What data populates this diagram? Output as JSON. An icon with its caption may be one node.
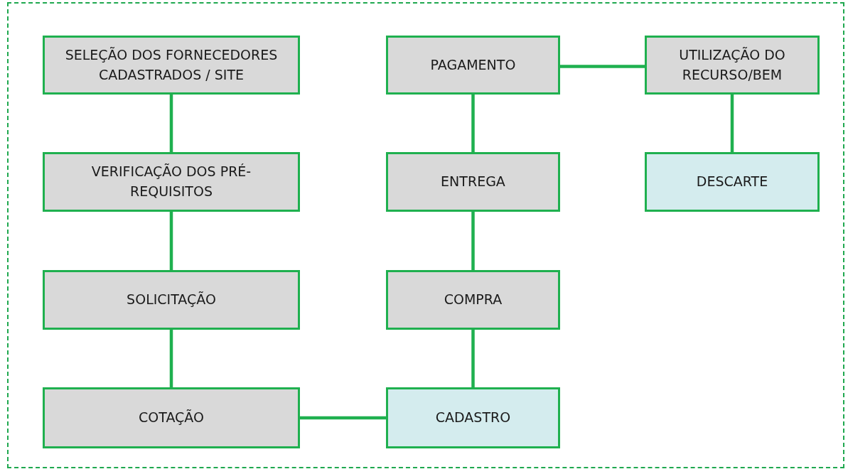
{
  "diagram": {
    "nodes": [
      {
        "text": [
          "SELEÇÃO DOS FORNECEDORES CADASTRADOS / SITE"
        ]
      },
      {
        "text": [
          "PAGAMENTO"
        ]
      },
      {
        "text": [
          "UTILIZAÇÃO DO RECURSO/BEM"
        ]
      },
      {
        "text": [
          "VERIFICAÇÃO DOS PRÉ-REQUISITOS"
        ]
      },
      {
        "text": [
          "ENTREGA"
        ]
      },
      {
        "text": [
          "DESCARTE"
        ]
      },
      {
        "text": [
          "SOLICITAÇÃO"
        ]
      },
      {
        "text": [
          "COMPRA"
        ]
      },
      {
        "text": [
          "COTAÇÃO"
        ]
      },
      {
        "text": [
          "CADASTRO"
        ]
      }
    ],
    "edges": [
      {
        "from": 0,
        "to": 3,
        "arrow": "none"
      },
      {
        "from": 3,
        "to": 6,
        "arrow": "none"
      },
      {
        "from": 6,
        "to": 8,
        "arrow": "none"
      },
      {
        "from": 8,
        "to": 9,
        "arrow": "none"
      },
      {
        "from": 9,
        "to": 7,
        "arrow": "none"
      },
      {
        "from": 7,
        "to": 4,
        "arrow": "none"
      },
      {
        "from": 4,
        "to": 1,
        "arrow": "none"
      },
      {
        "from": 1,
        "to": 2,
        "arrow": "none"
      },
      {
        "from": 2,
        "to": 5,
        "arrow": "none"
      }
    ]
  }
}
